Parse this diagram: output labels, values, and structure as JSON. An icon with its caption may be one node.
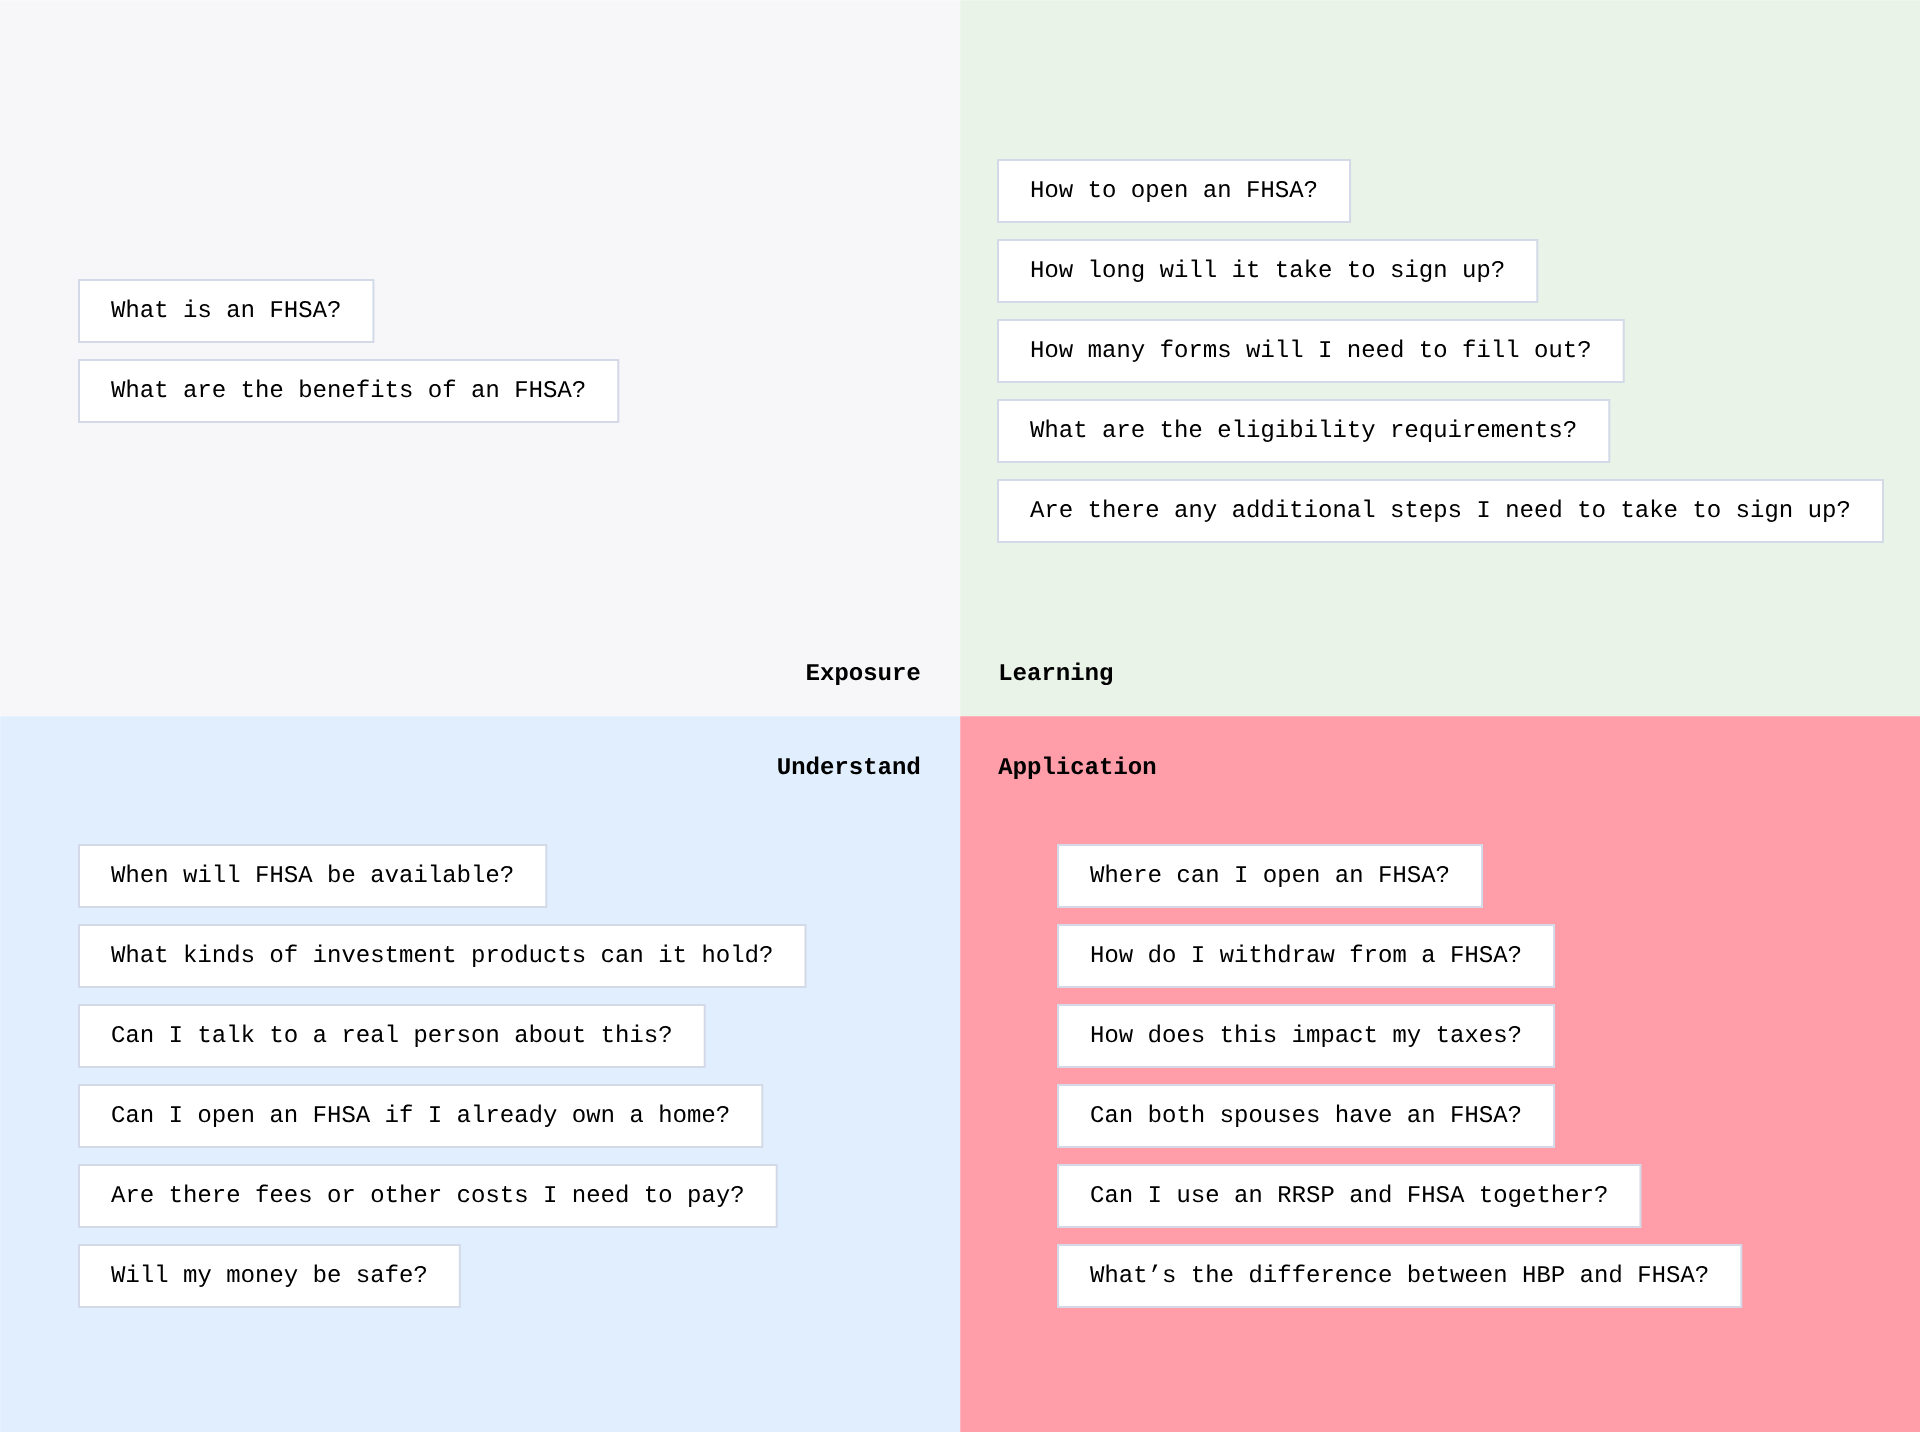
{
  "diagram": {
    "nodes": [
      {
        "text": [
          "Exposure"
        ]
      },
      {
        "text": [
          "What is an FHSA?"
        ],
        "in": 0
      },
      {
        "text": [
          "What are the benefits of an FHSA?"
        ],
        "in": 0
      },
      {
        "text": [
          "Learning"
        ]
      },
      {
        "text": [
          "How to open an FHSA?"
        ],
        "in": 3
      },
      {
        "text": [
          "How long will it take to sign up?"
        ],
        "in": 3
      },
      {
        "text": [
          "How many forms will I need to fill out?"
        ],
        "in": 3
      },
      {
        "text": [
          "What are the eligibility requirements?"
        ],
        "in": 3
      },
      {
        "text": [
          "Are there any additional steps I need to take to sign up?"
        ],
        "in": 3
      },
      {
        "text": [
          "Understand"
        ]
      },
      {
        "text": [
          "When will FHSA be available?"
        ],
        "in": 9
      },
      {
        "text": [
          "What kinds of investment products can it hold?"
        ],
        "in": 9
      },
      {
        "text": [
          "Can I talk to a real person about this?"
        ],
        "in": 9
      },
      {
        "text": [
          "Can I open an FHSA if I already own a home?"
        ],
        "in": 9
      },
      {
        "text": [
          "Are there fees or other costs I need to pay?"
        ],
        "in": 9
      },
      {
        "text": [
          "Will my money be safe?"
        ],
        "in": 9
      },
      {
        "text": [
          "Application"
        ]
      },
      {
        "text": [
          "Where can I open an FHSA?"
        ],
        "in": 16
      },
      {
        "text": [
          "How do I withdraw from a FHSA?"
        ],
        "in": 16
      },
      {
        "text": [
          "How does this impact my taxes?"
        ],
        "in": 16
      },
      {
        "text": [
          "Can both spouses have an FHSA?"
        ],
        "in": 16
      },
      {
        "text": [
          "Can I use an RRSP and FHSA together?"
        ],
        "in": 16
      },
      {
        "text": [
          "What’s the difference between HBP and FHSA?"
        ],
        "in": 16
      }
    ]
  }
}
